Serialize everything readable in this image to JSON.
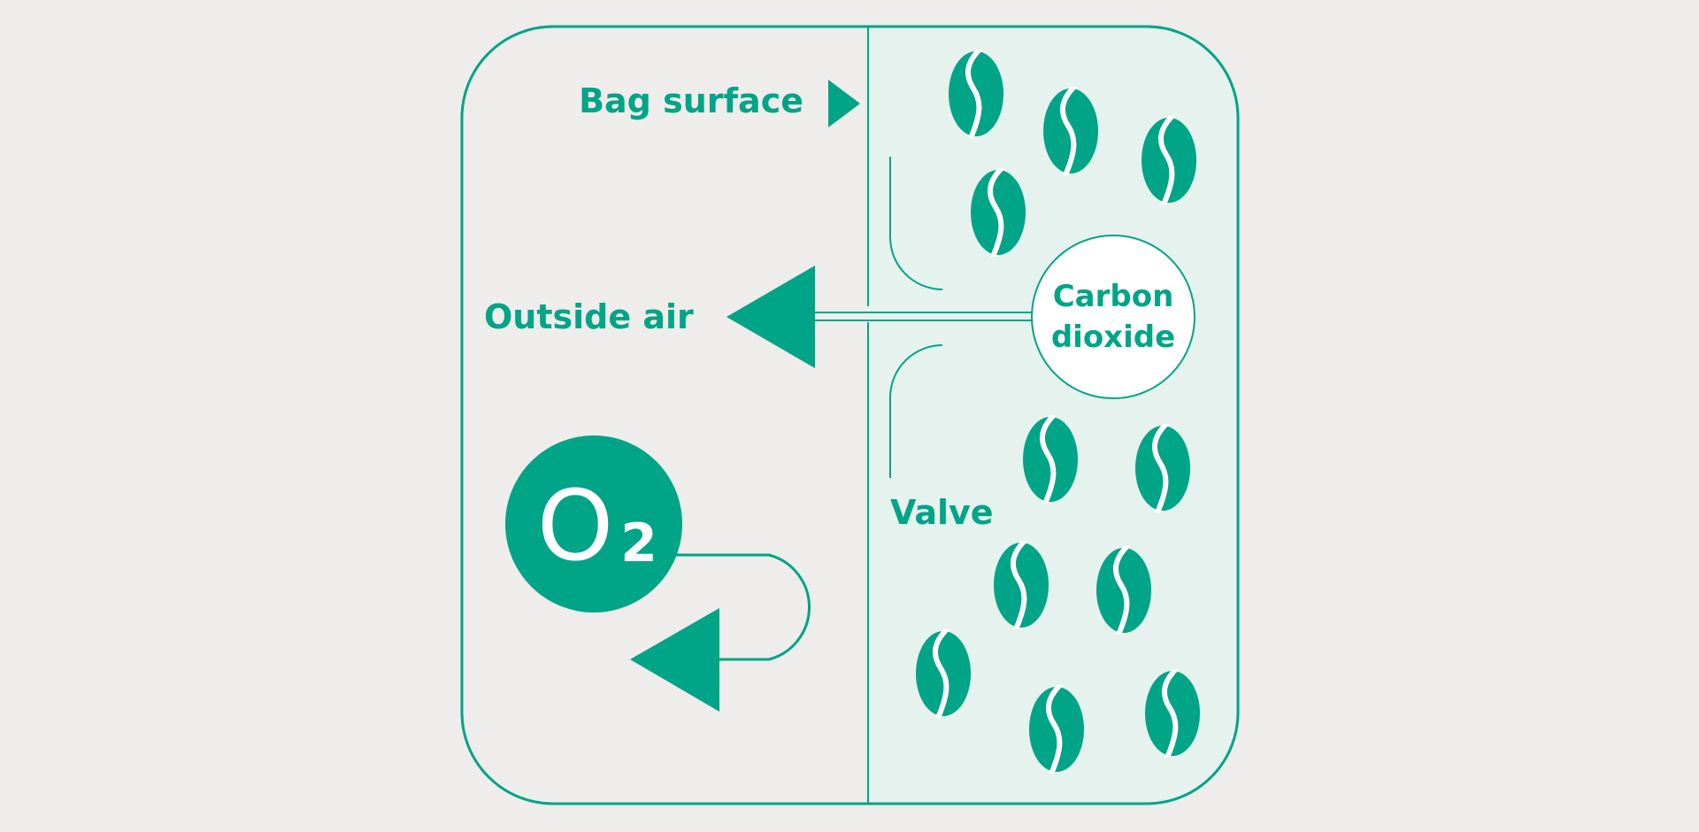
{
  "colors": {
    "page_background": "#eeedeb",
    "accent": "#00a486",
    "inside_fill": "#e5f2ee",
    "white": "#ffffff"
  },
  "labels": {
    "bag_surface": "Bag surface",
    "outside_air": "Outside air",
    "co2_line1": "Carbon",
    "co2_line2": "dioxide",
    "valve": "Valve",
    "o2_letter": "O",
    "o2_subscript": "2"
  },
  "icons": {
    "bean": "coffee-bean-icon",
    "arrow": "triangle-arrow-icon"
  }
}
